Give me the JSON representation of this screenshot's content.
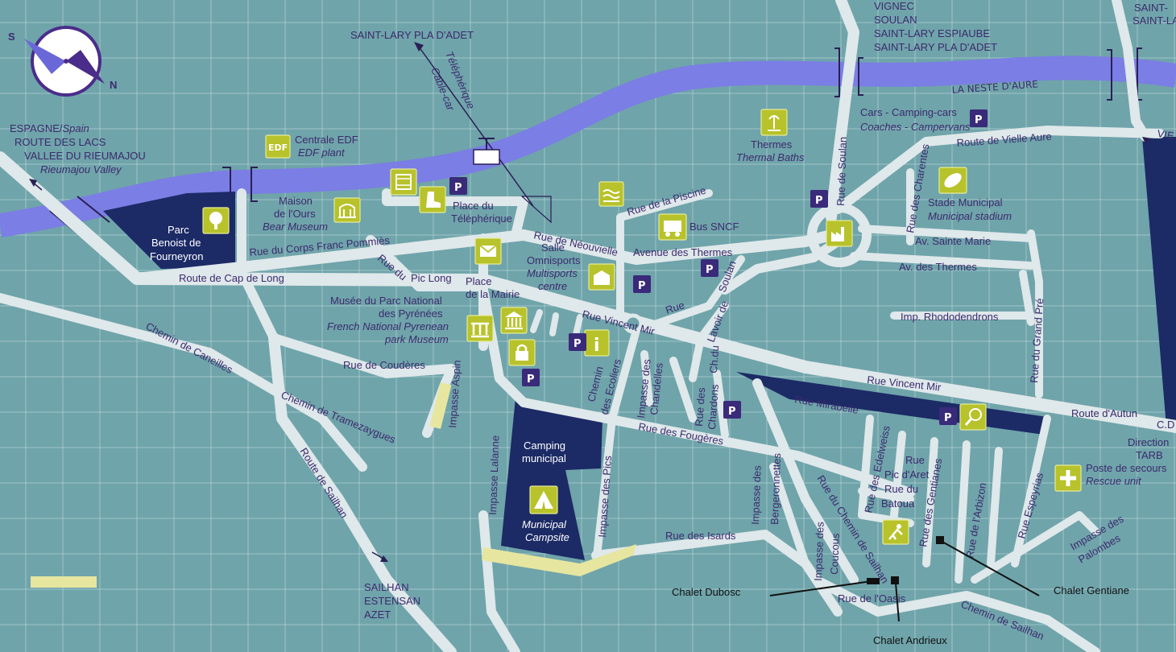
{
  "compass": {
    "south": "S",
    "north": "N"
  },
  "colors": {
    "water": "#6fa4aa",
    "river": "#7b7ee4",
    "road": "#dfe8ea",
    "navy": "#1c2a66",
    "poi": "#b8c22a",
    "text": "#3c2a6e"
  },
  "directions": {
    "spain": "ESPAGNE/",
    "spain_i": "Spain",
    "lacs": "ROUTE DES LACS",
    "valley": "VALLEE DU RIEUMAJOU",
    "valley_i": "Rieumajou Valley",
    "pla_adet": "SAINT-LARY PLA D'ADET",
    "vignec": [
      "VIGNEC",
      "SOULAN",
      "SAINT-LARY ESPIAUBE",
      "SAINT-LARY PLA D'ADET"
    ],
    "corner": [
      "SAINT-",
      "SAINT-LA"
    ],
    "vie": "VIE",
    "sailhan": [
      "SAILHAN",
      "ESTENSAN",
      "AZET"
    ],
    "tarbes": [
      "C.D",
      "Direction",
      "TARB"
    ]
  },
  "river": {
    "name": "LA NESTE D'AURE"
  },
  "cablecar": {
    "fr": "Téléphérique",
    "en": "Cable-car"
  },
  "pois": {
    "edf": {
      "icon": "EDF",
      "fr": "Centrale EDF",
      "en": "EDF plant"
    },
    "thermes": {
      "fr": "Thermes",
      "en": "Thermal Baths"
    },
    "cars": {
      "fr": "Cars - Camping-cars",
      "en": "Coaches - Campervans"
    },
    "ours": {
      "fr1": "Maison",
      "fr2": "de l'Ours",
      "en": "Bear Museum"
    },
    "parc": [
      "Parc",
      "Benoist de",
      "Fourneyron"
    ],
    "teleph": [
      "Place du",
      "Téléphérique"
    ],
    "bus": "Bus SNCF",
    "stade": {
      "fr": "Stade Municipal",
      "en": "Municipal stadium"
    },
    "salle": {
      "fr1": "Salle",
      "fr2": "Omnisports",
      "en1": "Multisports",
      "en2": "centre"
    },
    "musee": {
      "fr1": "Musée du Parc National",
      "fr2": "des Pyrénées",
      "en1": "French National Pyrenean",
      "en2": "park Museum"
    },
    "mairie": [
      "Place",
      "de la Mairie"
    ],
    "camping": {
      "fr1": "Camping",
      "fr2": "municipal",
      "en1": "Municipal",
      "en2": "Campsite"
    },
    "poste": {
      "fr": "Poste de secours",
      "en": "Rescue unit"
    },
    "parking": "P",
    "info": "i"
  },
  "streets": {
    "corps_franc": "Rue du Corps Franc Pommiès",
    "cap_de_long": "Route de Cap de Long",
    "pic_long_a": "Rue du",
    "pic_long_b": "Pic Long",
    "piscine": "Rue de la Piscine",
    "neouvielle": "Rue de Néouvielle",
    "av_thermes_1": "Avenue des Thermes",
    "soulan": "Rue de Soulan",
    "charentes": "Rue des Charentes",
    "vielle_aure": "Route de Vielle Aure",
    "sainte_marie": "Av. Sainte Marie",
    "av_thermes_2": "Av. des Thermes",
    "rhododendrons": "Imp. Rhododendrons",
    "grand_pre": "Rue du Grand Pré",
    "vincent_mir_1": "Rue Vincent Mir",
    "vincent_mir_2": "Rue Vincent Mir",
    "rue_short": "Rue",
    "lavoir_de": "Lavoir de",
    "soulan2": "Soulan",
    "caneilles": "Chemin de Caneilles",
    "couderes": "Rue de Coudères",
    "tramezaygues": "Chemin de Tramezaygues",
    "aspin": "Impasse Aspin",
    "ecoliers_1": "Chemin",
    "ecoliers_2": "des Ecoliers",
    "chandelles_1": "Impasse des",
    "chandelles_2": "Chandelles",
    "ch_du": "Ch.du",
    "chardons_1": "Rue des",
    "chardons_2": "Chardons",
    "mirabelle": "Rue Mirabelle",
    "autun": "Route d'Autun",
    "fougeres": "Rue des Fougères",
    "lalanne": "Impasse Lalanne",
    "pics": "Impasse des Pics",
    "sailhan_route": "Route de Sailhan",
    "bergeronnettes_1": "Impasse des",
    "bergeronnettes_2": "Bergeronnettes",
    "edelweiss": "Rue des Edelweiss",
    "pic_daret_1": "Rue",
    "pic_daret_2": "Pic d'Aret",
    "batoua_1": "Rue du",
    "batoua_2": "Batoua",
    "gentianes": "Rue des Gentianes",
    "arbizon": "Rue de l'Arbizon",
    "espeyrias": "Rue Espeyrias",
    "palombes_1": "Impasse des",
    "palombes_2": "Palombes",
    "isards": "Rue des Isards",
    "coucous_1": "Impasse des",
    "coucous_2": "Coucous",
    "chemin_sailhan_1": "Rue du Chemin de Sailhan",
    "oasis": "Rue de l'Oasis",
    "chemin_sailhan_2": "Chemin de Sailhan"
  },
  "chalets": {
    "dubosc": "Chalet Dubosc",
    "andrieux": "Chalet Andrieux",
    "gentiane": "Chalet Gentiane"
  }
}
